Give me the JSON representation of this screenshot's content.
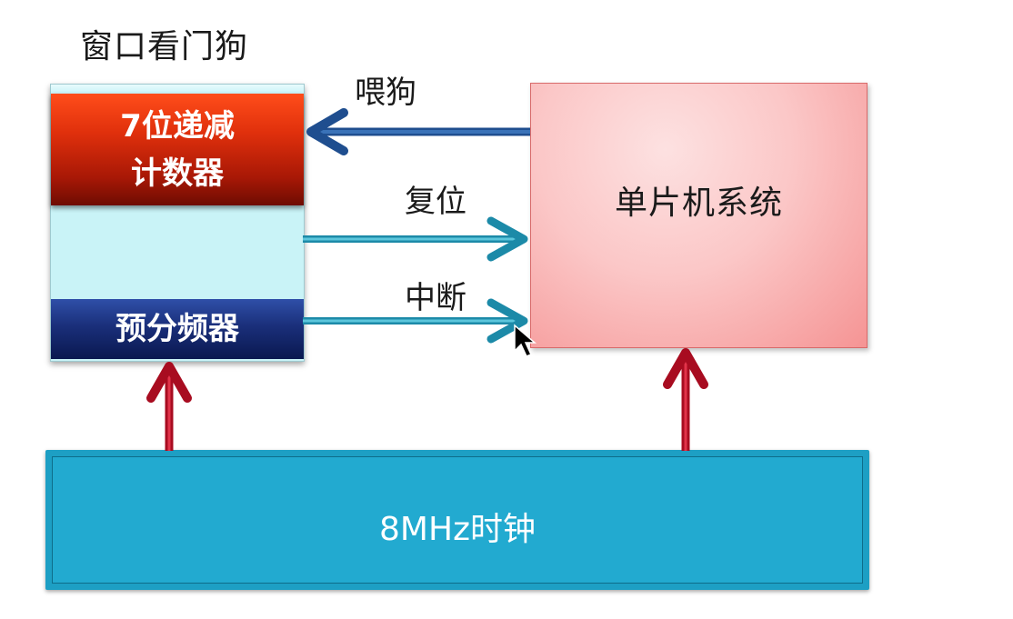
{
  "title": "窗口看门狗",
  "watchdog": {
    "counter_line1": "7位递减",
    "counter_line2": "计数器",
    "prescaler": "预分频器"
  },
  "mcu": {
    "label": "单片机系统"
  },
  "clock": {
    "label": "8MHz时钟"
  },
  "arrows": {
    "feed": "喂狗",
    "reset": "复位",
    "interrupt": "中断"
  },
  "colors": {
    "counter": "#d42a0c",
    "prescaler": "#1a2f7a",
    "stack_fill": "#c9f3f7",
    "mcu_fill": "#fbc7c7",
    "clock_fill": "#22aad0",
    "feed_arrow": "#2a5aa0",
    "signal_arrow": "#2fa3c0",
    "clock_arrow": "#c0102a"
  }
}
